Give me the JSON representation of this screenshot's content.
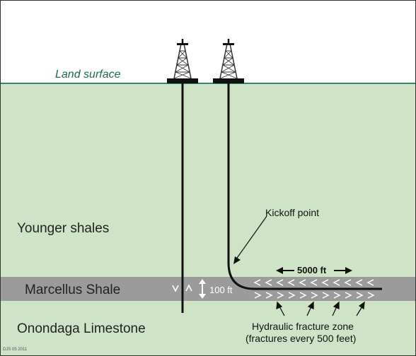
{
  "labels": {
    "land_surface": "Land surface",
    "younger_shales": "Younger shales",
    "marcellus_shale": "Marcellus Shale",
    "onondaga_limestone": "Onondaga Limestone",
    "kickoff_point": "Kickoff point",
    "lateral_length": "5000 ft",
    "layer_thickness": "100 ft",
    "fracture_zone_line1": "Hydraulic fracture zone",
    "fracture_zone_line2": "(fractures every 500 feet)",
    "credit": "DJS 05 2011"
  },
  "colors": {
    "sky": "#ffffff",
    "ground": "#cfe4c7",
    "marcellus_band": "#9b9b9b",
    "ground_line": "#2e8b67",
    "well": "#111111",
    "fracture_marks": "#ffffff",
    "border": "#333333"
  },
  "icons": [
    "derrick-icon",
    "derrick-icon"
  ]
}
